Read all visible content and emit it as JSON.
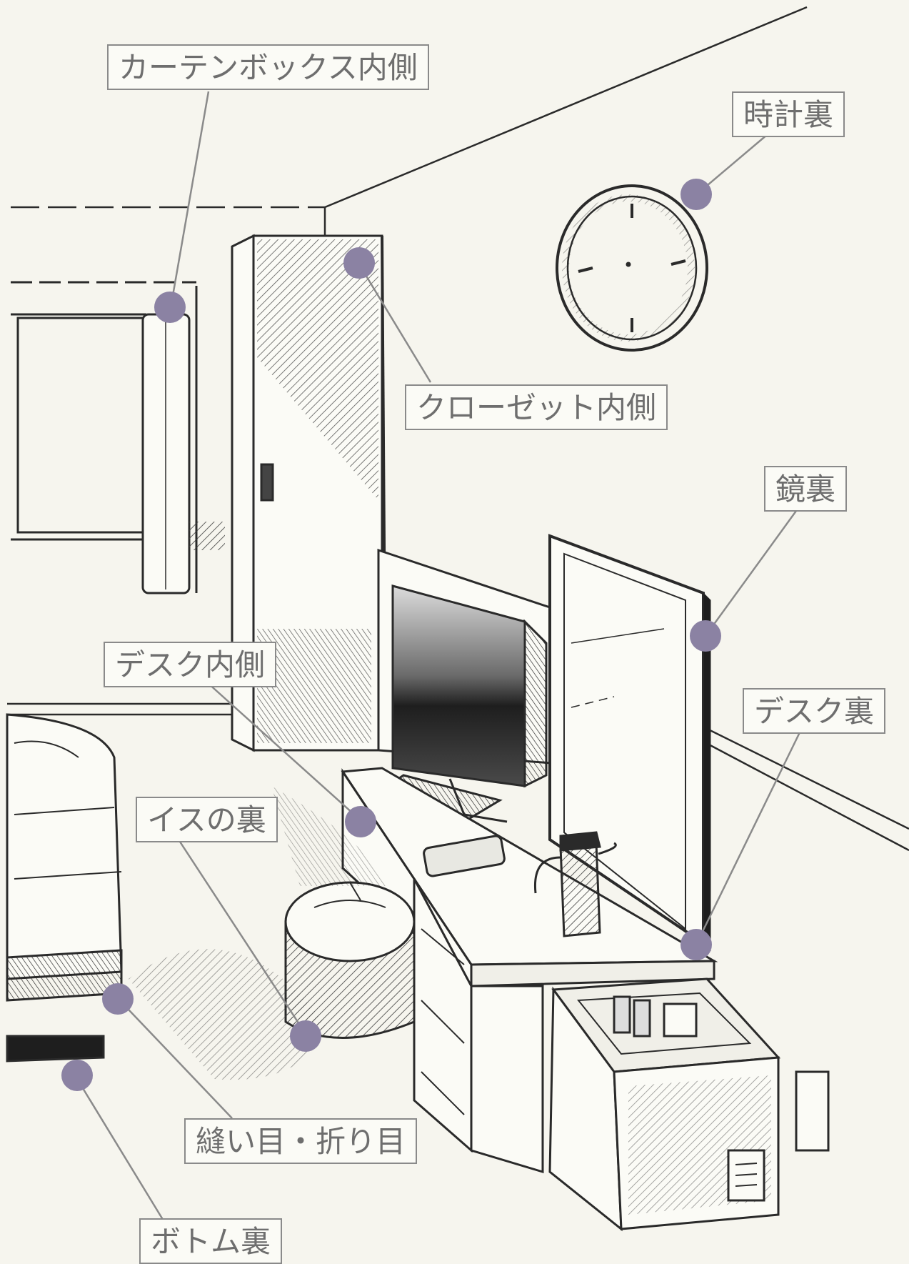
{
  "labels": {
    "curtain_box": "カーテンボックス内側",
    "clock_back": "時計裏",
    "closet_inside": "クローゼット内側",
    "mirror_back": "鏡裏",
    "desk_inside": "デスク内側",
    "desk_back": "デスク裏",
    "chair_back": "イスの裏",
    "seams_folds": "縫い目・折り目",
    "futon_back": "ボトム裏"
  },
  "colors": {
    "marker": "#8b82a3",
    "leader": "#8a8a8a",
    "ink": "#2a2a2a",
    "label_text": "#6e6e6e"
  }
}
